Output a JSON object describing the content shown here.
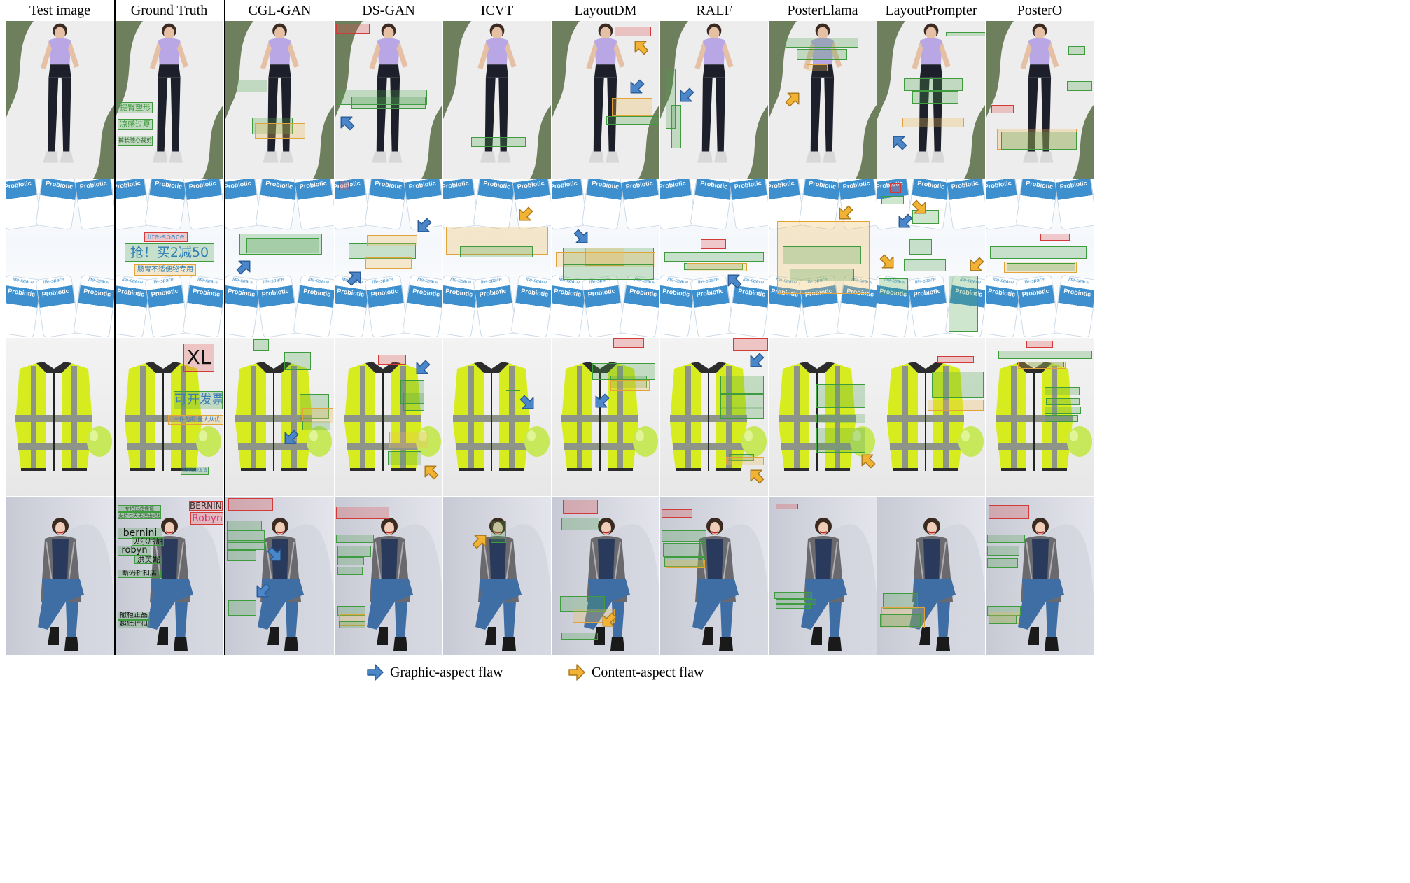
{
  "columns": [
    "Test image",
    "Ground Truth",
    "CGL-GAN",
    "DS-GAN",
    "ICVT",
    "LayoutDM",
    "RALF",
    "PosterLlama",
    "LayoutPrompter",
    "PosterO"
  ],
  "ground_truth_text": {
    "row1": [
      "提臀塑形",
      "凉感过夏",
      "裤长随心裁剪"
    ],
    "row2": [
      "life-space",
      "抢！买2减50",
      "肠胃不适便秘专用"
    ],
    "row3": [
      "XL",
      "可开发票",
      "一件包邮·量大从优",
      "金牌极速发货"
    ],
    "row4": [
      "专柜正品保证",
      "支持七天无理由退换",
      "bernini",
      "贝尔尼尼",
      "robyn",
      "洪英妮",
      "断码折扣店",
      "撤柜正品",
      "超低折扣",
      "BERNINI",
      "Robyn"
    ]
  },
  "product_text": [
    "Probiotic",
    "life-space"
  ],
  "legend": {
    "graphic": "Graphic-aspect flaw",
    "content": "Content-aspect flaw"
  },
  "colors": {
    "graphic_arrow": "#4a86c8",
    "content_arrow": "#f2b233",
    "text_box": "#3e9b3e",
    "logo_box": "#d33a3a",
    "underlay_box": "#e2a43a"
  }
}
